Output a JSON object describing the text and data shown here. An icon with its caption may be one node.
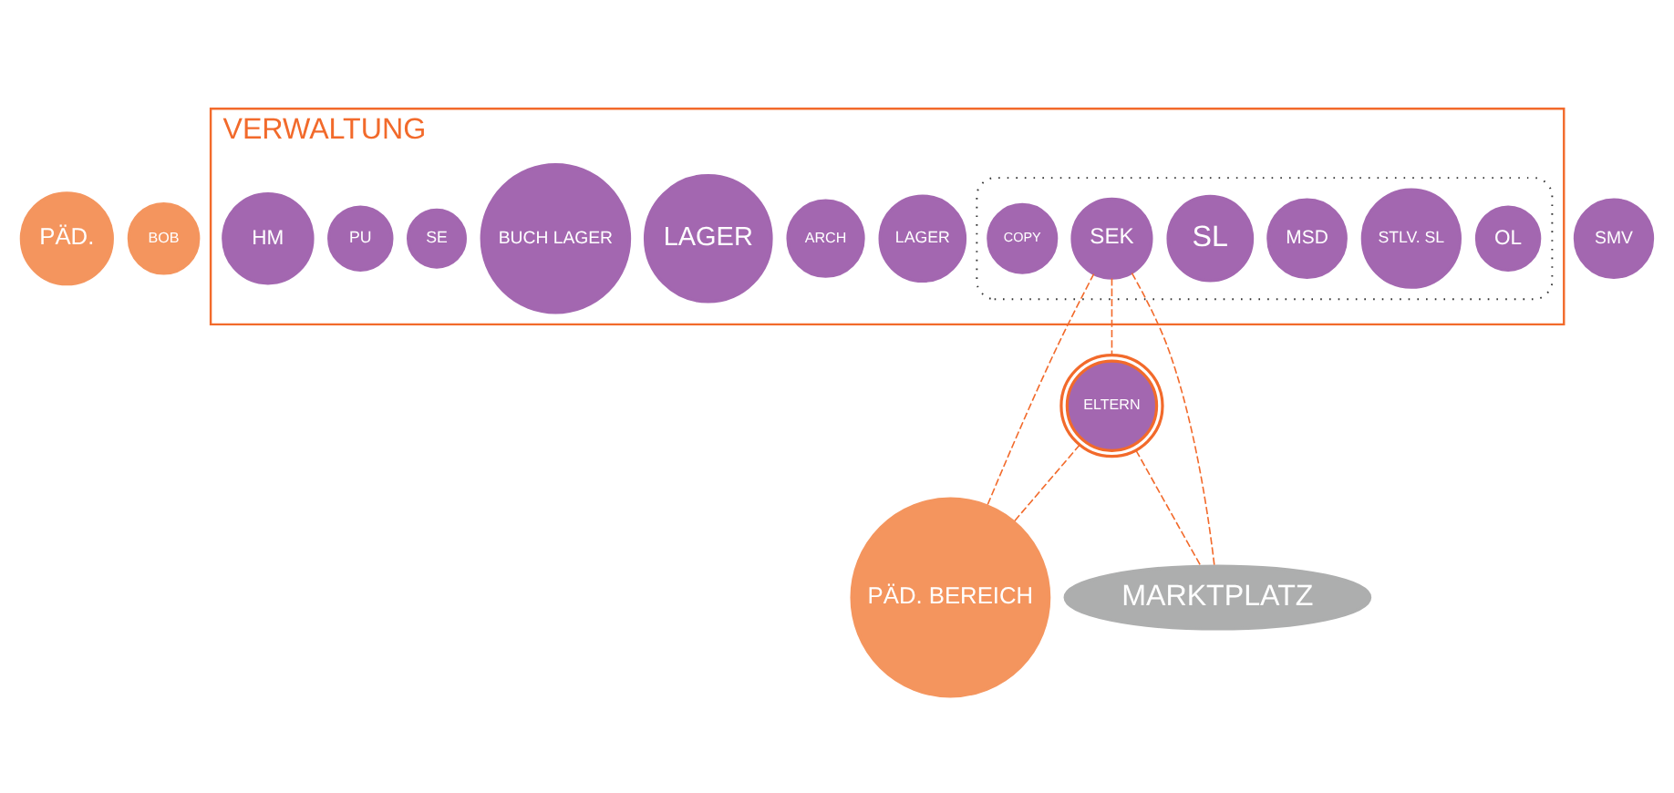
{
  "diagram": {
    "nodes": [
      {
        "text": [
          "PÄD."
        ]
      },
      {
        "text": [
          "BOB"
        ]
      },
      {
        "text": [
          "PÄD. BEREICH"
        ]
      },
      {
        "text": [
          "VERWALTUNG"
        ]
      },
      {
        "text": [
          "LAGER"
        ],
        "in": 3
      },
      {
        "text": [
          "ARCH"
        ],
        "in": 3
      },
      {
        "text": [
          "LAGER"
        ],
        "in": 3
      },
      {
        "text": [
          "BUCH LAGER"
        ],
        "in": 3
      },
      {
        "text": [
          "SE"
        ],
        "in": 3
      },
      {
        "text": [
          "PU"
        ],
        "in": 3
      },
      {
        "text": [
          "HM"
        ],
        "in": 3
      },
      {
        "text": [],
        "shape": "box",
        "in": 3
      },
      {
        "text": [
          "OL"
        ],
        "in": 11
      },
      {
        "text": [
          "STLV. SL"
        ],
        "in": 11
      },
      {
        "text": [
          "MSD"
        ],
        "in": 11
      },
      {
        "text": [
          "SL"
        ],
        "in": 11
      },
      {
        "text": [
          "SEK"
        ],
        "in": 11
      },
      {
        "text": [
          "COPY"
        ],
        "in": 11
      },
      {
        "text": [
          "SMV"
        ]
      },
      {
        "text": [
          "ELTERN"
        ]
      },
      {
        "text": [
          "MARKTPLATZ"
        ]
      }
    ],
    "edges": [
      {
        "from": 16,
        "to": 2,
        "arrow": "none",
        "style": "dashed"
      },
      {
        "from": 19,
        "to": 2,
        "arrow": "none",
        "style": "dashed"
      },
      {
        "from": 16,
        "to": 19,
        "arrow": "none",
        "style": "dashed"
      },
      {
        "from": 19,
        "to": 20,
        "arrow": "none",
        "style": "dashed"
      },
      {
        "from": 16,
        "to": 20,
        "arrow": "none",
        "style": "dashed"
      }
    ]
  }
}
